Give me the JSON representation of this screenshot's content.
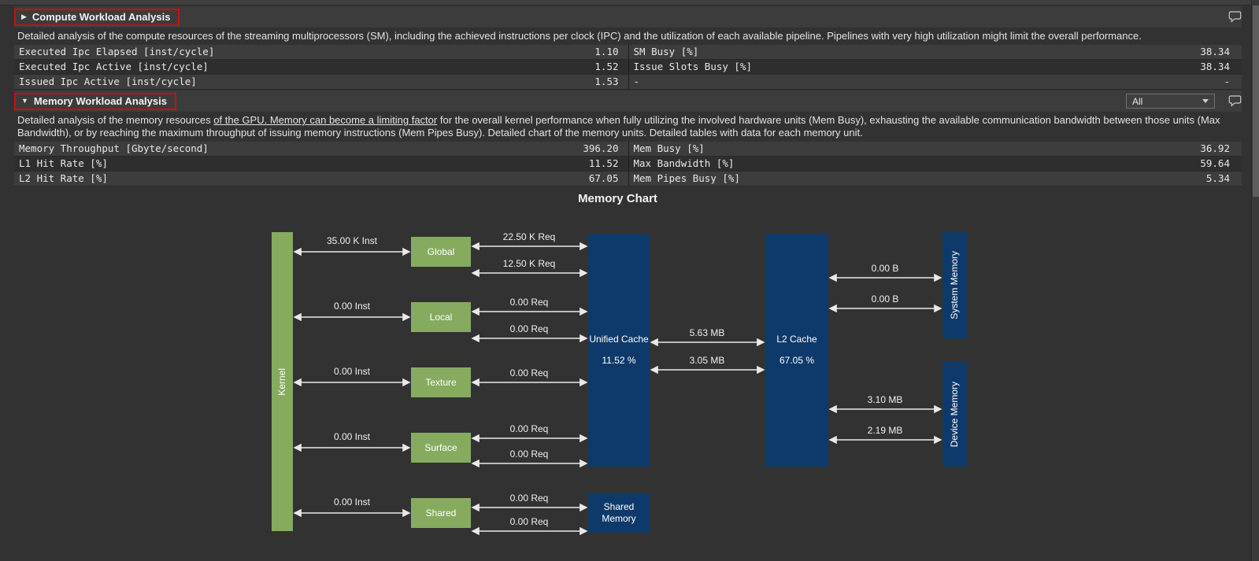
{
  "colors": {
    "background": "#323232",
    "kernel_green": "#86ab5f",
    "cache_navy": "#0e3a6b",
    "annotation_red": "#cc0e0e",
    "arrow": "#e9e9e9"
  },
  "compute_section": {
    "collapse_icon": "▶",
    "title": "Compute Workload Analysis",
    "description": "Detailed analysis of the compute resources of the streaming multiprocessors (SM), including the achieved instructions per clock (IPC) and the utilization of each available pipeline. Pipelines with very high utilization might limit the overall performance.",
    "table": {
      "rows": [
        {
          "metric_left": "Executed Ipc Elapsed [inst/cycle]",
          "value_left": "1.10",
          "metric_right": "SM Busy [%]",
          "value_right": "38.34"
        },
        {
          "metric_left": "Executed Ipc Active [inst/cycle]",
          "value_left": "1.52",
          "metric_right": "Issue Slots Busy [%]",
          "value_right": "38.34"
        },
        {
          "metric_left": "Issued Ipc Active [inst/cycle]",
          "value_left": "1.53",
          "metric_right": "-",
          "value_right": "-"
        }
      ]
    }
  },
  "memory_section": {
    "expand_icon": "▼",
    "title": "Memory Workload Analysis",
    "filter_dropdown": {
      "value": "All"
    },
    "description_pre": "Detailed analysis of the memory resources ",
    "description_underlined": "of the GPU. Memory can become a limiting factor",
    "description_post": " for the overall kernel performance when fully utilizing the involved hardware units (Mem Busy), exhausting the available communication bandwidth between those units (Max Bandwidth), or by reaching the maximum throughput of issuing memory instructions (Mem Pipes Busy). Detailed chart of the memory units. Detailed tables with data for each memory unit.",
    "table": {
      "rows": [
        {
          "metric_left": "Memory Throughput [Gbyte/second]",
          "value_left": "396.20",
          "metric_right": "Mem Busy [%]",
          "value_right": "36.92"
        },
        {
          "metric_left": "L1 Hit Rate [%]",
          "value_left": "11.52",
          "metric_right": "Max Bandwidth [%]",
          "value_right": "59.64"
        },
        {
          "metric_left": "L2 Hit Rate [%]",
          "value_left": "67.05",
          "metric_right": "Mem Pipes Busy [%]",
          "value_right": "5.34"
        }
      ]
    }
  },
  "memory_chart": {
    "title": "Memory Chart",
    "boxes": {
      "kernel": "Kernel",
      "global": "Global",
      "local": "Local",
      "texture": "Texture",
      "surface": "Surface",
      "shared": "Shared",
      "unified_cache_name": "Unified Cache",
      "unified_cache_hit_rate": "11.52 %",
      "l2_cache_name": "L2 Cache",
      "l2_cache_hit_rate": "67.05 %",
      "shared_memory": "Shared Memory",
      "system_memory": "System Memory",
      "device_memory": "Device Memory"
    },
    "flow_labels": {
      "kernel_global": "35.00 K Inst",
      "kernel_local": "0.00 Inst",
      "kernel_texture": "0.00 Inst",
      "kernel_surface": "0.00 Inst",
      "kernel_shared": "0.00 Inst",
      "global_unified_1": "22.50 K Req",
      "global_unified_2": "12.50 K Req",
      "local_unified_1": "0.00 Req",
      "local_unified_2": "0.00 Req",
      "texture_unified": "0.00 Req",
      "surface_unified_1": "0.00 Req",
      "surface_unified_2": "0.00 Req",
      "shared_sharedmem_1": "0.00 Req",
      "shared_sharedmem_2": "0.00 Req",
      "unified_l2_1": "5.63 MB",
      "unified_l2_2": "3.05 MB",
      "l2_system_1": "0.00 B",
      "l2_system_2": "0.00 B",
      "l2_device_1": "3.10 MB",
      "l2_device_2": "2.19 MB"
    }
  }
}
